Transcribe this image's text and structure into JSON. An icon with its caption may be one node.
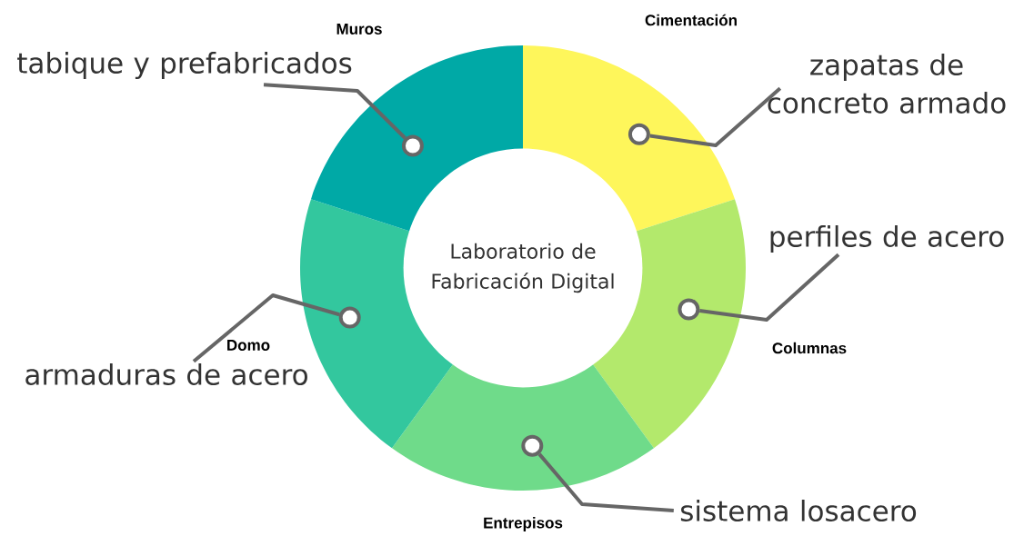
{
  "diagram": {
    "nodes": [
      {
        "text": [
          "Laboratorio de Fabricación Digital"
        ]
      },
      {
        "text": [
          "Cimentación"
        ]
      },
      {
        "text": [
          "Columnas"
        ]
      },
      {
        "text": [
          "Entrepisos"
        ]
      },
      {
        "text": [
          "Domo"
        ]
      },
      {
        "text": [
          "Muros"
        ]
      },
      {
        "text": [],
        "shape": "circle",
        "in": 1
      },
      {
        "text": [],
        "shape": "circle",
        "in": 2
      },
      {
        "text": [],
        "shape": "circle",
        "in": 3
      },
      {
        "text": [],
        "shape": "circle",
        "in": 4
      },
      {
        "text": [],
        "shape": "circle",
        "in": 5
      },
      {
        "text": [
          "zapatas de concreto armado"
        ]
      },
      {
        "text": [
          "perfiles de acero"
        ]
      },
      {
        "text": [
          "sistema losacero"
        ]
      },
      {
        "text": [
          "armaduras de acero"
        ]
      },
      {
        "text": [
          "tabique y prefabricados"
        ]
      }
    ],
    "edges": [
      {
        "from": 11,
        "to": 6,
        "arrow": "none"
      },
      {
        "from": 12,
        "to": 7,
        "arrow": "none"
      },
      {
        "from": 13,
        "to": 8,
        "arrow": "none"
      },
      {
        "from": 14,
        "to": 9,
        "arrow": "none"
      },
      {
        "from": 15,
        "to": 10,
        "arrow": "none"
      }
    ]
  }
}
